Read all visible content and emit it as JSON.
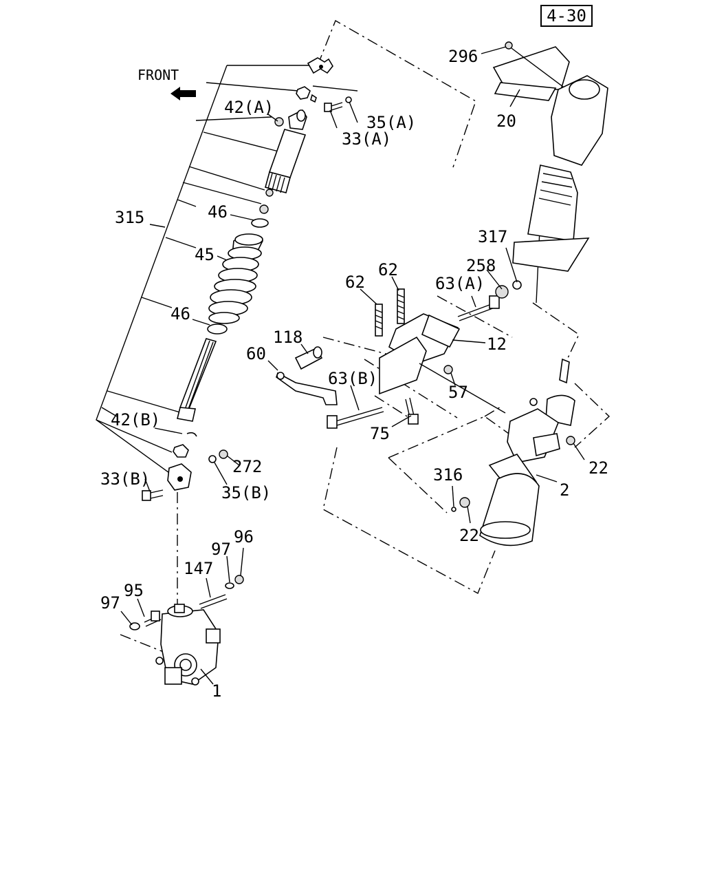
{
  "page_ref": "4-30",
  "front_label": "FRONT",
  "callouts": {
    "c296": "296",
    "c20": "20",
    "c42a": "42(A)",
    "c35a": "35(A)",
    "c33a": "33(A)",
    "c315": "315",
    "c46_top": "46",
    "c45": "45",
    "c46_bottom": "46",
    "c317": "317",
    "c258": "258",
    "c63a": "63(A)",
    "c62_left": "62",
    "c62_right": "62",
    "c118": "118",
    "c12": "12",
    "c60": "60",
    "c63b": "63(B)",
    "c57": "57",
    "c75": "75",
    "c42b": "42(B)",
    "c272": "272",
    "c33b": "33(B)",
    "c35b": "35(B)",
    "c22_right": "22",
    "c2": "2",
    "c316": "316",
    "c22_bottom": "22",
    "c147": "147",
    "c97_top": "97",
    "c96": "96",
    "c95": "95",
    "c97_left": "97",
    "c1": "1"
  }
}
